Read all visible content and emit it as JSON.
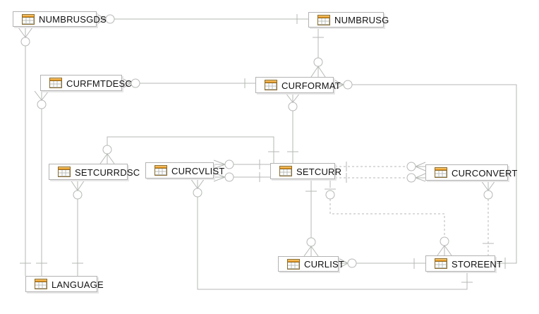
{
  "diagram": {
    "title": "currency-er-diagram",
    "background_color": "#ffffff",
    "line_color": "#b4b8b4",
    "entity_border_color": "#b3b3b3",
    "icon": {
      "name": "table-icon",
      "header_color": "#df8606",
      "border_color": "#8a6b2d"
    },
    "entities": [
      {
        "id": "numbrusgds",
        "label": "NUMBRUSGDS"
      },
      {
        "id": "numbrusg",
        "label": "NUMBRUSG"
      },
      {
        "id": "curfmtdesc",
        "label": "CURFMTDESC"
      },
      {
        "id": "curformat",
        "label": "CURFORMAT"
      },
      {
        "id": "setcurrdsc",
        "label": "SETCURRDSC"
      },
      {
        "id": "curcvlist",
        "label": "CURCVLIST"
      },
      {
        "id": "setcurr",
        "label": "SETCURR"
      },
      {
        "id": "curconvert",
        "label": "CURCONVERT"
      },
      {
        "id": "curlist",
        "label": "CURLIST"
      },
      {
        "id": "storeent",
        "label": "STOREENT"
      },
      {
        "id": "language",
        "label": "LANGUAGE"
      }
    ],
    "relationships": [
      {
        "from": "NUMBRUSGDS",
        "to": "NUMBRUSG",
        "from_end": "many-optional",
        "to_end": "one",
        "style": "solid"
      },
      {
        "from": "NUMBRUSGDS",
        "to": "LANGUAGE",
        "from_end": "many-optional",
        "to_end": "one",
        "style": "solid"
      },
      {
        "from": "CURFMTDESC",
        "to": "LANGUAGE",
        "from_end": "many-optional",
        "to_end": "one",
        "style": "solid"
      },
      {
        "from": "SETCURRDSC",
        "to": "LANGUAGE",
        "from_end": "many-optional",
        "to_end": "one",
        "style": "solid"
      },
      {
        "from": "CURFMTDESC",
        "to": "CURFORMAT",
        "from_end": "many-optional",
        "to_end": "one",
        "style": "solid"
      },
      {
        "from": "CURFORMAT",
        "to": "NUMBRUSG",
        "from_end": "many-optional",
        "to_end": "one",
        "style": "solid"
      },
      {
        "from": "CURFORMAT",
        "to": "STOREENT",
        "from_end": "many-optional",
        "to_end": "one",
        "style": "solid"
      },
      {
        "from": "CURFORMAT",
        "to": "SETCURR",
        "from_end": "many-optional",
        "to_end": "one",
        "style": "solid"
      },
      {
        "from": "SETCURRDSC",
        "to": "SETCURR",
        "from_end": "many-optional",
        "to_end": "one",
        "style": "solid"
      },
      {
        "from": "CURCVLIST",
        "to": "SETCURR",
        "from_end": "many-optional",
        "to_end": "one",
        "style": "solid"
      },
      {
        "from": "CURCVLIST",
        "to": "SETCURR",
        "from_end": "many-optional",
        "to_end": "one",
        "style": "solid"
      },
      {
        "from": "CURCONVERT",
        "to": "SETCURR",
        "from_end": "many-optional",
        "to_end": "one",
        "style": "dashed"
      },
      {
        "from": "CURCONVERT",
        "to": "SETCURR",
        "from_end": "many-optional",
        "to_end": "one",
        "style": "dashed"
      },
      {
        "from": "CURLIST",
        "to": "SETCURR",
        "from_end": "many-optional",
        "to_end": "one",
        "style": "solid"
      },
      {
        "from": "STOREENT",
        "to": "SETCURR",
        "from_end": "many-optional",
        "to_end": "one-optional",
        "style": "dashed"
      },
      {
        "from": "CURCONVERT",
        "to": "STOREENT",
        "from_end": "many-optional",
        "to_end": "one",
        "style": "dashed"
      },
      {
        "from": "CURLIST",
        "to": "STOREENT",
        "from_end": "many-optional",
        "to_end": "one",
        "style": "solid"
      },
      {
        "from": "CURCVLIST",
        "to": "STOREENT",
        "from_end": "many-optional",
        "to_end": "one",
        "style": "solid"
      }
    ]
  }
}
